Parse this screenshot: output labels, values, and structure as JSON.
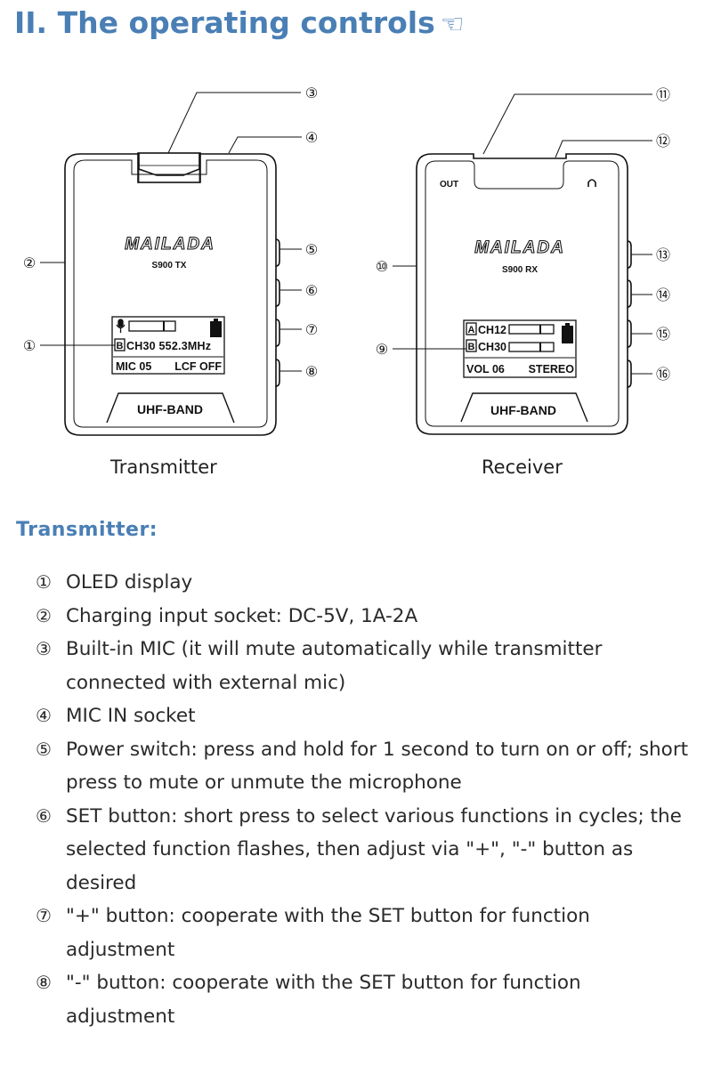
{
  "page": {
    "title": "II. The operating controls",
    "title_icon": "pointing-hand-icon",
    "accent_color": "#4a7fb5"
  },
  "diagram": {
    "transmitter": {
      "caption": "Transmitter",
      "brand": "MAILADA",
      "model": "S900 TX",
      "band": "UHF-BAND",
      "display": {
        "line2": "CH30 552.3MHz",
        "line2_badge": "B",
        "line3_left": "MIC 05",
        "line3_right": "LCF OFF"
      },
      "callouts": [
        "③",
        "④",
        "②",
        "⑤",
        "⑥",
        "①",
        "⑦",
        "⑧"
      ]
    },
    "receiver": {
      "caption": "Receiver",
      "brand": "MAILADA",
      "model": "S900 RX",
      "band": "UHF-BAND",
      "out_label": "OUT",
      "display": {
        "line1": "CH12",
        "line1_badge": "A",
        "line2": "CH30",
        "line2_badge": "B",
        "line3_left": "VOL 06",
        "line3_right": "STEREO"
      },
      "callouts": [
        "⑪",
        "⑫",
        "⑩",
        "⑬",
        "⑭",
        "⑨",
        "⑮",
        "⑯"
      ]
    }
  },
  "section_title": "Transmitter:",
  "items": [
    {
      "num": "①",
      "text": "OLED display"
    },
    {
      "num": "②",
      "text": "Charging input socket: DC-5V, 1A-2A"
    },
    {
      "num": "③",
      "text": "Built-in MIC (it will mute automatically while transmitter",
      "cont": "connected with external mic)"
    },
    {
      "num": "④",
      "text": "MIC IN socket"
    },
    {
      "num": "⑤",
      "text": "Power switch: press and hold for 1 second to turn on or off; short",
      "cont": "press to mute or unmute the microphone"
    },
    {
      "num": "⑥",
      "text": "SET button: short press to select various functions in cycles; the",
      "cont": "selected function flashes, then adjust via \"+\", \"-\" button as",
      "cont2": "desired"
    },
    {
      "num": "⑦",
      "text": "\"+\" button: cooperate with the SET button for function",
      "cont": "adjustment"
    },
    {
      "num": "⑧",
      "text": "\"-\" button: cooperate with the SET button for function",
      "cont": "adjustment"
    }
  ]
}
